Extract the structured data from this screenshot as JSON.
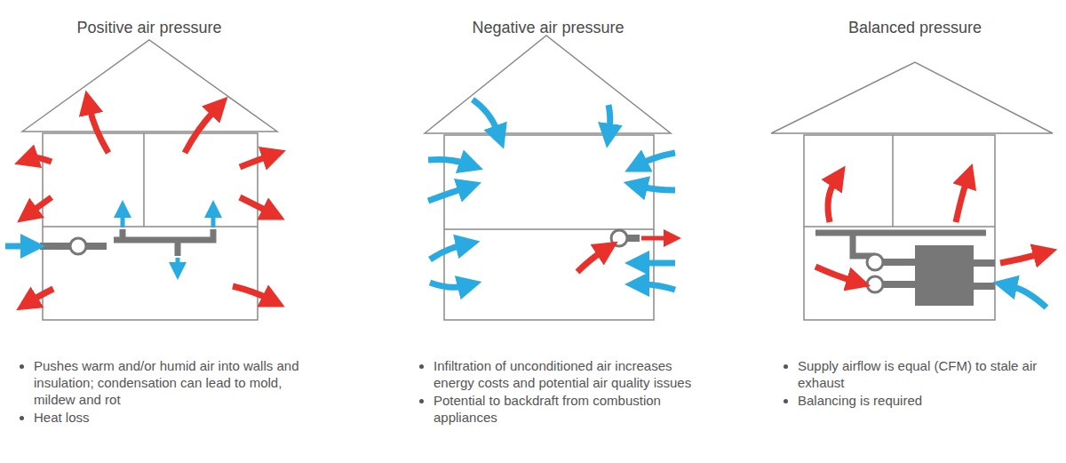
{
  "diagram": {
    "labels": [
      "Positive air pressure",
      "Pushes warm and/or humid air into walls and insulation; condensation can lead to mold, mildew and rot",
      "Heat loss",
      "Negative air pressure",
      "Infiltration of unconditioned air increases energy costs and potential air quality issues",
      "Potential to backdraft from combustion appliances",
      "Balanced pressure",
      "Supply airflow is equal (CFM) to stale air exhaust",
      "Balancing is required"
    ]
  }
}
